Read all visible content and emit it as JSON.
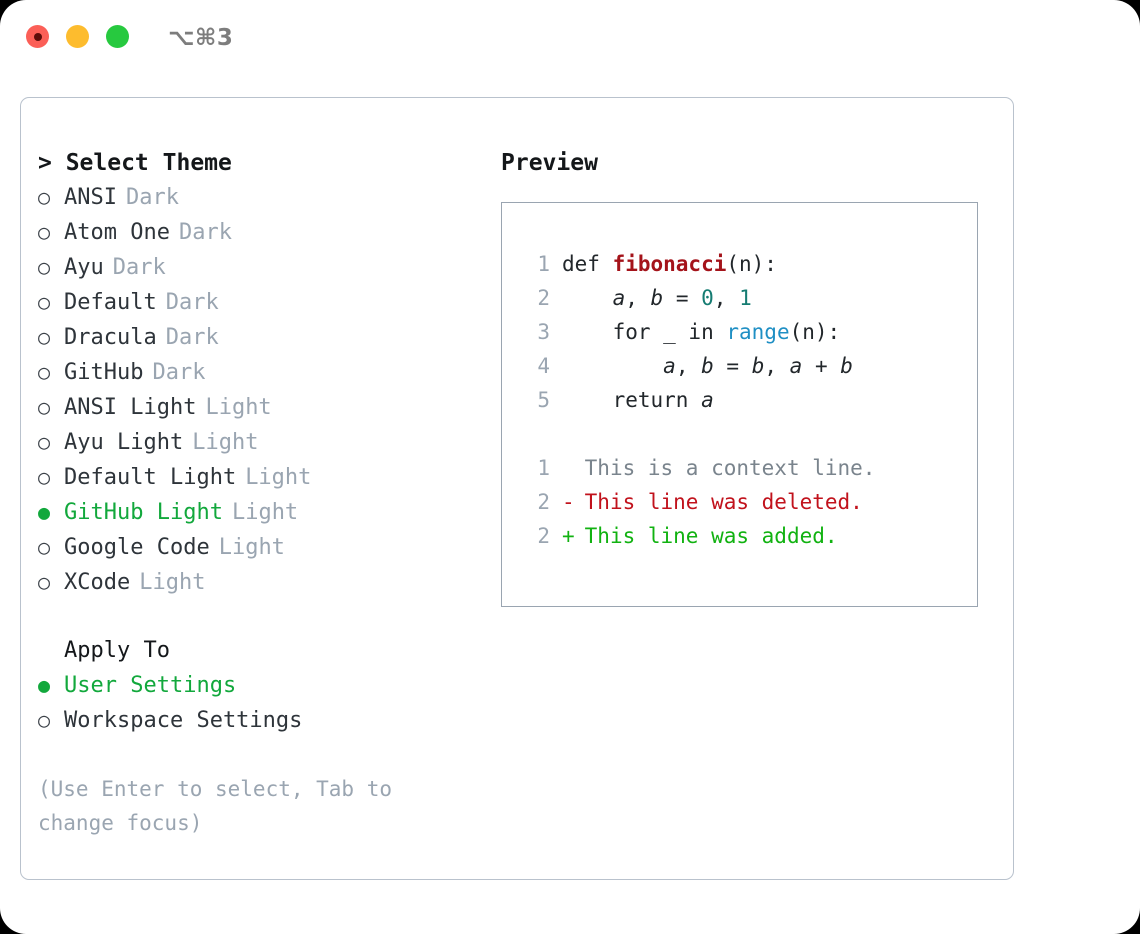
{
  "window": {
    "traffic_lights": [
      "close",
      "minimize",
      "maximize"
    ],
    "shortcut_label": "⌥⌘3"
  },
  "theme_picker": {
    "header": "> Select Theme",
    "selected_theme": "GitHub Light",
    "options": [
      {
        "marker": "○",
        "label": "ANSI",
        "kind": "Dark",
        "selected": false
      },
      {
        "marker": "○",
        "label": "Atom One",
        "kind": "Dark",
        "selected": false
      },
      {
        "marker": "○",
        "label": "Ayu",
        "kind": "Dark",
        "selected": false
      },
      {
        "marker": "○",
        "label": "Default",
        "kind": "Dark",
        "selected": false
      },
      {
        "marker": "○",
        "label": "Dracula",
        "kind": "Dark",
        "selected": false
      },
      {
        "marker": "○",
        "label": "GitHub",
        "kind": "Dark",
        "selected": false
      },
      {
        "marker": "○",
        "label": "ANSI Light",
        "kind": "Light",
        "selected": false
      },
      {
        "marker": "○",
        "label": "Ayu Light",
        "kind": "Light",
        "selected": false
      },
      {
        "marker": "○",
        "label": "Default Light",
        "kind": "Light",
        "selected": false
      },
      {
        "marker": "●",
        "label": "GitHub Light",
        "kind": "Light",
        "selected": true
      },
      {
        "marker": "○",
        "label": "Google Code",
        "kind": "Light",
        "selected": false
      },
      {
        "marker": "○",
        "label": "XCode",
        "kind": "Light",
        "selected": false
      }
    ]
  },
  "apply_to": {
    "title": "Apply To",
    "selected": "User Settings",
    "options": [
      {
        "marker": "●",
        "label": "User Settings",
        "selected": true
      },
      {
        "marker": "○",
        "label": "Workspace Settings",
        "selected": false
      }
    ]
  },
  "hint": "(Use Enter to select, Tab to change focus)",
  "preview": {
    "title": "Preview",
    "code": {
      "language": "python",
      "lines": [
        {
          "num": "1",
          "tokens": [
            {
              "t": "def ",
              "c": "kw"
            },
            {
              "t": "fibonacci",
              "c": "fn"
            },
            {
              "t": "(n):",
              "c": "punct"
            }
          ]
        },
        {
          "num": "2",
          "tokens": [
            {
              "t": "    ",
              "c": "punct"
            },
            {
              "t": "a",
              "c": "var"
            },
            {
              "t": ", ",
              "c": "punct"
            },
            {
              "t": "b",
              "c": "var"
            },
            {
              "t": " = ",
              "c": "punct"
            },
            {
              "t": "0",
              "c": "num"
            },
            {
              "t": ", ",
              "c": "punct"
            },
            {
              "t": "1",
              "c": "num"
            }
          ]
        },
        {
          "num": "3",
          "tokens": [
            {
              "t": "    for _ in ",
              "c": "kw"
            },
            {
              "t": "range",
              "c": "build"
            },
            {
              "t": "(n):",
              "c": "punct"
            }
          ]
        },
        {
          "num": "4",
          "tokens": [
            {
              "t": "        ",
              "c": "punct"
            },
            {
              "t": "a",
              "c": "var"
            },
            {
              "t": ", ",
              "c": "punct"
            },
            {
              "t": "b",
              "c": "var"
            },
            {
              "t": " = ",
              "c": "punct"
            },
            {
              "t": "b",
              "c": "var"
            },
            {
              "t": ", ",
              "c": "punct"
            },
            {
              "t": "a",
              "c": "var"
            },
            {
              "t": " + ",
              "c": "punct"
            },
            {
              "t": "b",
              "c": "var"
            }
          ]
        },
        {
          "num": "5",
          "tokens": [
            {
              "t": "    return ",
              "c": "kw"
            },
            {
              "t": "a",
              "c": "var"
            }
          ]
        }
      ]
    },
    "diff": {
      "lines": [
        {
          "num": "1",
          "sign": " ",
          "text": "This is a context line.",
          "type": "context"
        },
        {
          "num": "2",
          "sign": "-",
          "text": "This line was deleted.",
          "type": "deleted"
        },
        {
          "num": "2",
          "sign": "+",
          "text": "This line was added.",
          "type": "added"
        }
      ]
    }
  },
  "colors": {
    "accent_green": "#12a83c",
    "muted": "#9aa5b1",
    "text": "#22272b",
    "diff_add": "#11b211",
    "diff_del": "#c1121c",
    "token_function": "#a4131a",
    "token_number": "#157c72",
    "token_builtin": "#1f8fc4",
    "panel_border": "#b9c2cd",
    "preview_border": "#9aa5b1"
  }
}
